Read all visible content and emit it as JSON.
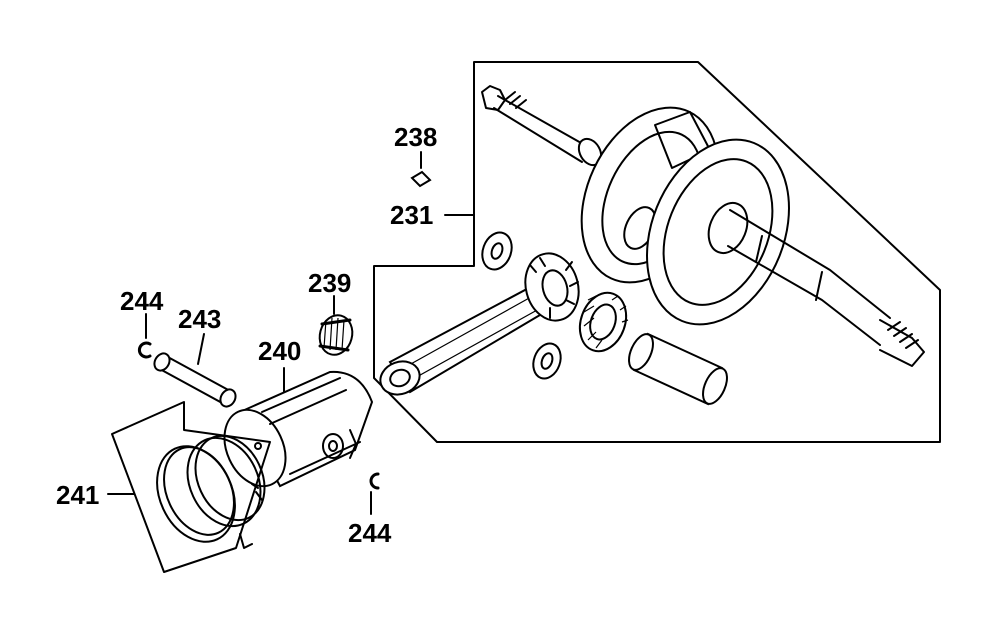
{
  "labels": {
    "p231": "231",
    "p238": "238",
    "p239": "239",
    "p240": "240",
    "p241": "241",
    "p243": "243",
    "p244_top": "244",
    "p244_bottom": "244"
  }
}
